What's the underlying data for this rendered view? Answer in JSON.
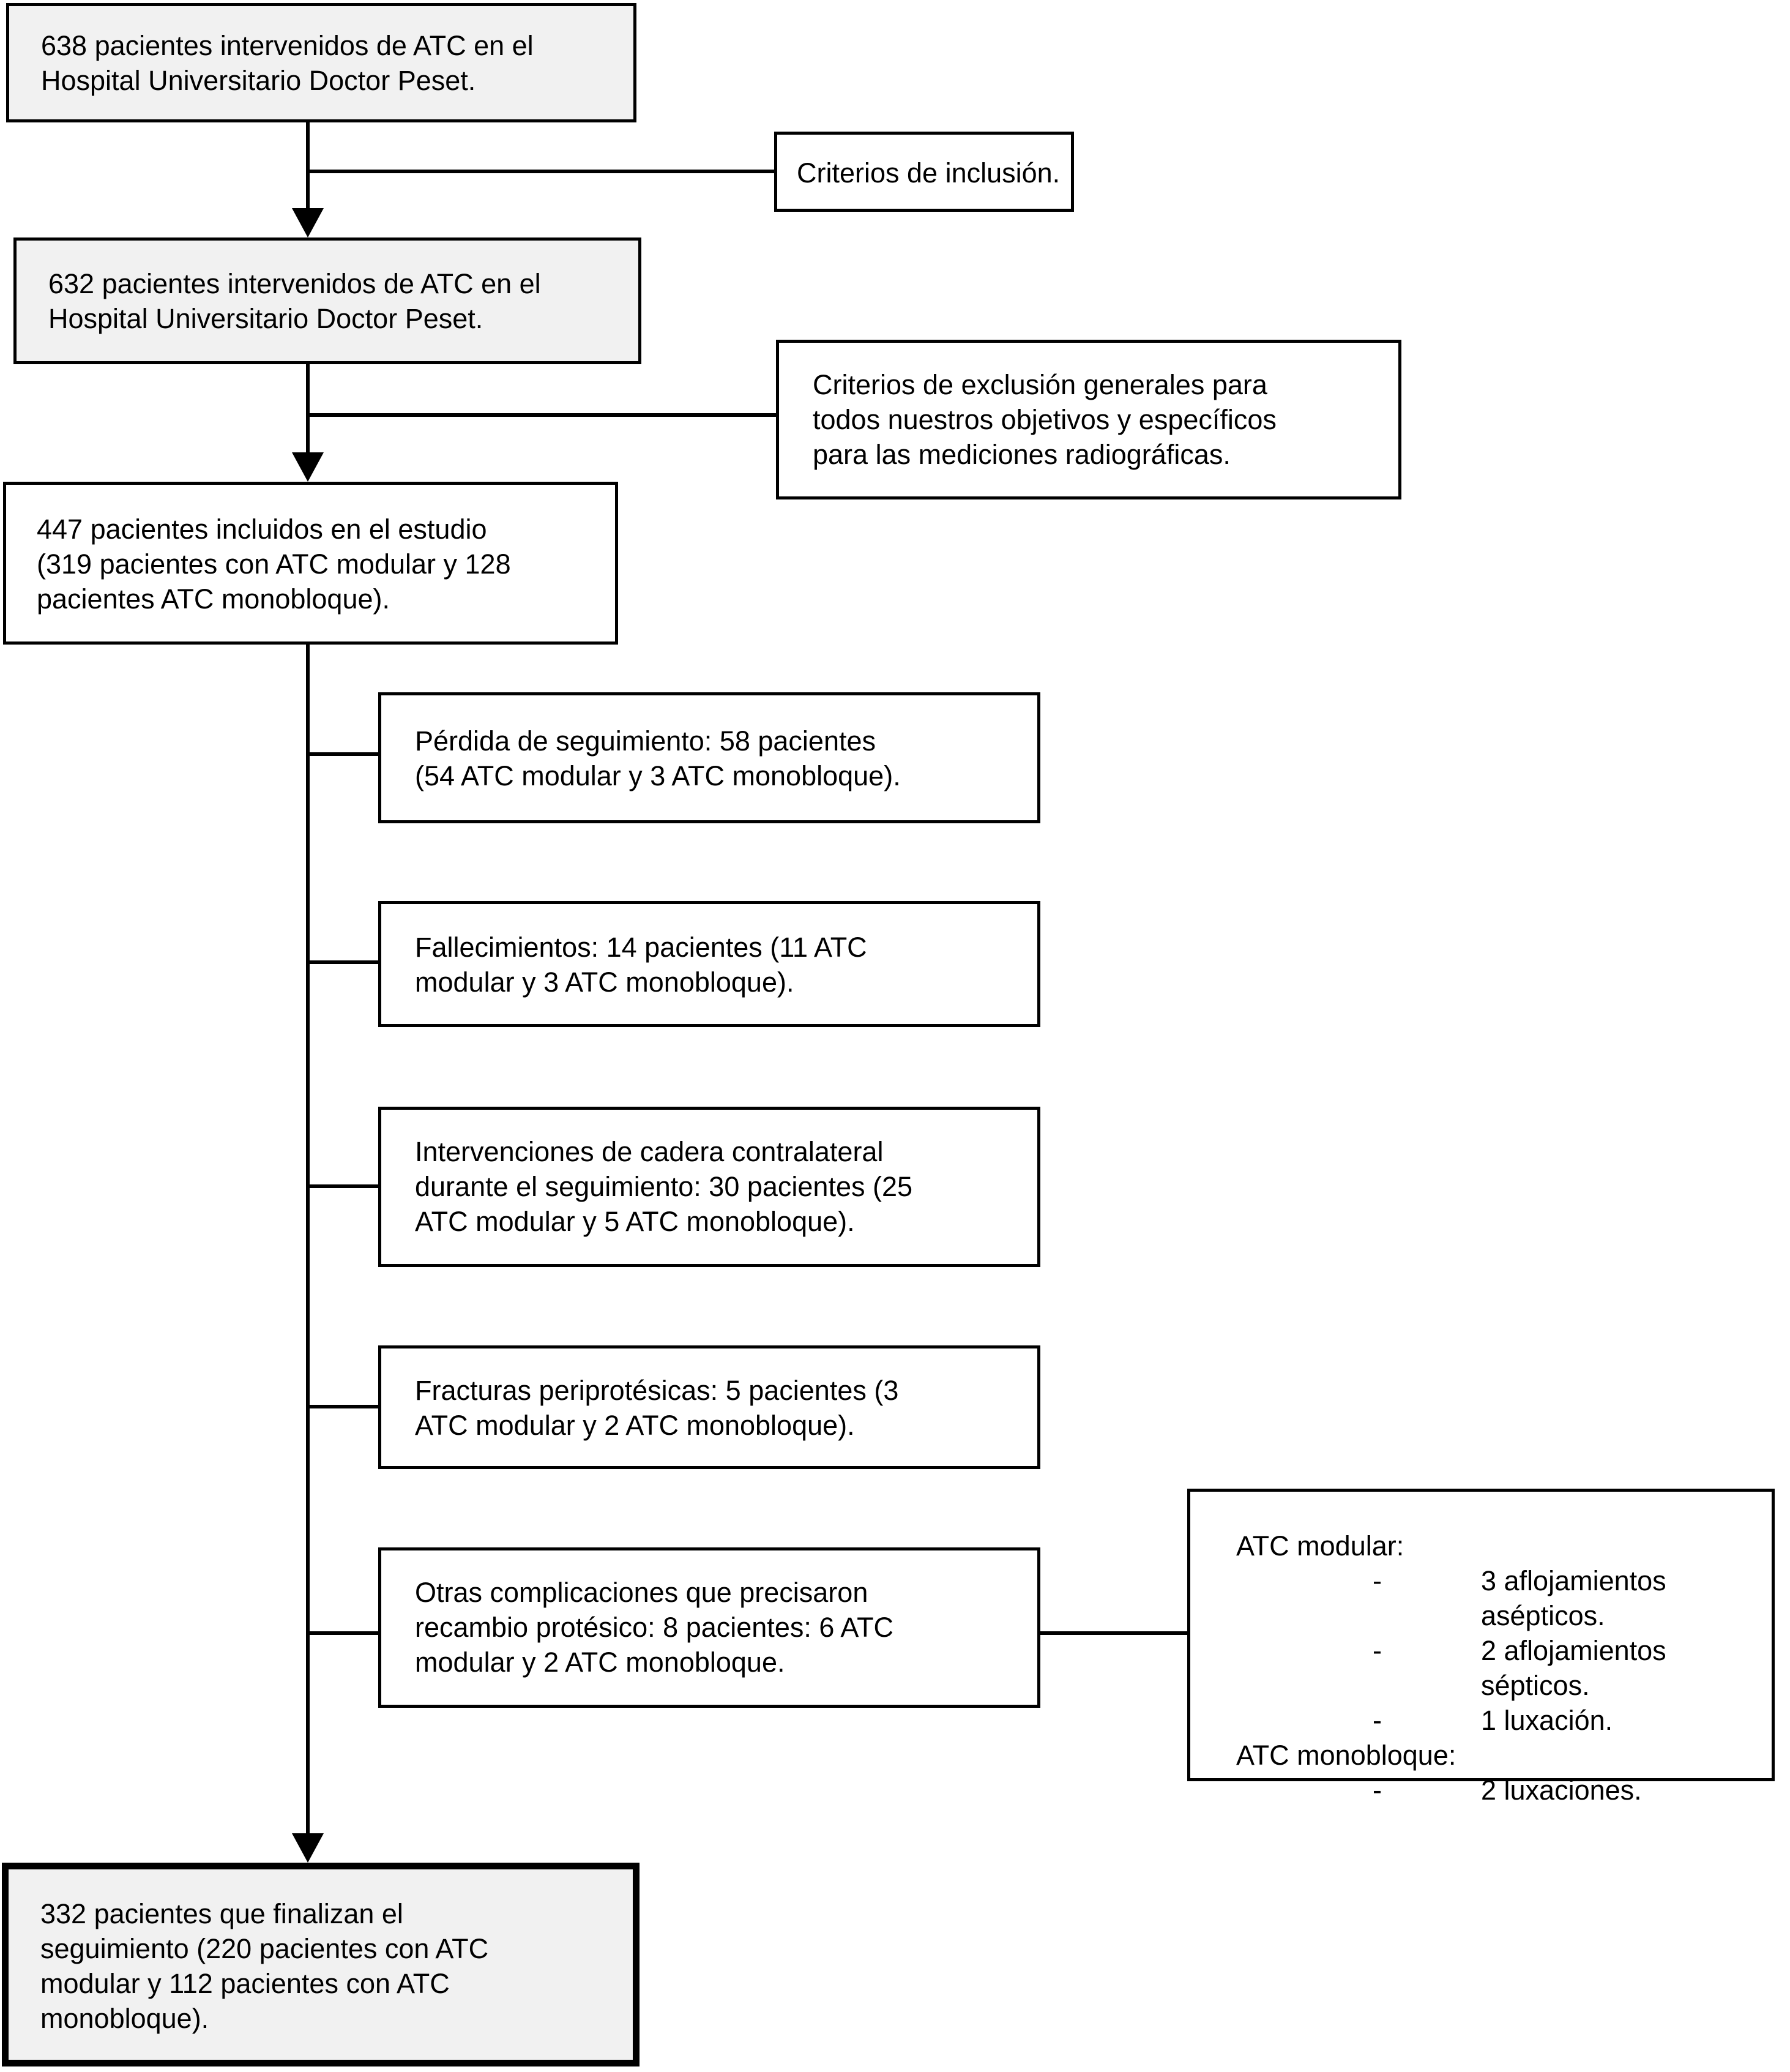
{
  "colors": {
    "background": "#ffffff",
    "box_border": "#000000",
    "box_fill_shaded": "#f1f1f1",
    "box_fill_plain": "#ffffff",
    "connector": "#000000"
  },
  "flowchart": {
    "node_638": "638 pacientes intervenidos de ATC en el Hospital Universitario Doctor Peset.",
    "criterios_inclusion": "Criterios de inclusión.",
    "node_632": "632 pacientes intervenidos de ATC en el Hospital Universitario Doctor Peset.",
    "criterios_exclusion": "Criterios de exclusión generales para todos nuestros objetivos y específicos para las mediciones radiográficas.",
    "node_447": "447 pacientes incluidos en el estudio (319 pacientes con ATC modular y 128 pacientes ATC monobloque).",
    "perdida_seguimiento": "Pérdida de seguimiento: 58 pacientes (54 ATC modular y 3 ATC monobloque).",
    "fallecimientos": "Fallecimientos: 14 pacientes (11 ATC modular y 3 ATC monobloque).",
    "intervenciones_contralateral": "Intervenciones de cadera contralateral durante el seguimiento: 30 pacientes (25 ATC modular y 5 ATC monobloque).",
    "fracturas_periprotesicas": "Fracturas periprotésicas: 5 pacientes (3 ATC modular y 2 ATC monobloque).",
    "otras_complicaciones": "Otras complicaciones que precisaron recambio protésico: 8 pacientes: 6 ATC modular y 2 ATC monobloque.",
    "complicaciones_detalle": {
      "bullet": "-",
      "sections": [
        {
          "header": "ATC modular:",
          "items": [
            "3 aflojamientos asépticos.",
            "2 aflojamientos sépticos.",
            "1 luxación."
          ]
        },
        {
          "header": "ATC monobloque:",
          "items": [
            "2 luxaciones."
          ]
        }
      ]
    },
    "node_332": "332 pacientes que finalizan el seguimiento (220 pacientes con ATC modular y 112 pacientes con ATC monobloque)."
  }
}
